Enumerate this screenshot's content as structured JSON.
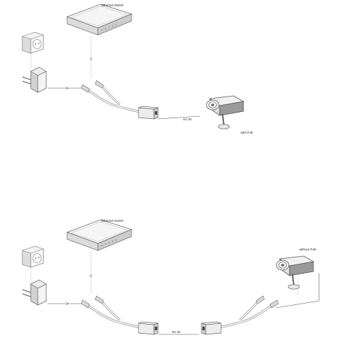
{
  "diagrams": [
    {
      "switch_label": "Ethernet Switch",
      "rj45_label": "RJ 45",
      "camera_label": "with PoE"
    },
    {
      "switch_label": "Ethernet Switch",
      "rj45_label": "RJ 45",
      "camera_label": "without PoE"
    }
  ]
}
